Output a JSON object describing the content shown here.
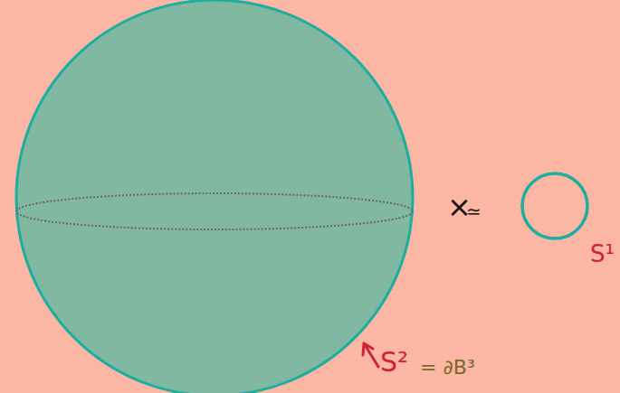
{
  "diagram": {
    "labels": [
      "×",
      "≃",
      "S¹",
      "S²",
      "= ∂B³"
    ]
  }
}
